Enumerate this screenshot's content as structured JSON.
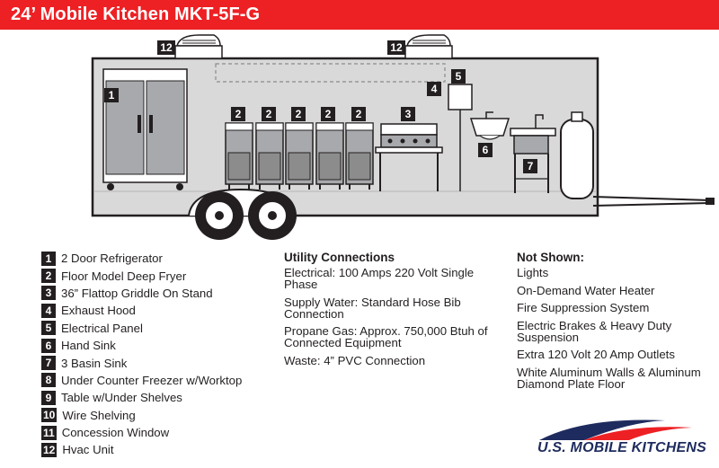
{
  "header": {
    "title": "24’ Mobile Kitchen MKT-5F-G"
  },
  "diagram": {
    "badges": {
      "refrigerator": "1",
      "fryers": [
        "2",
        "2",
        "2",
        "2",
        "2"
      ],
      "griddle": "3",
      "exhaust_hood": "4",
      "electrical_panel": "5",
      "hand_sink": "6",
      "basin_sink": "7",
      "hvac_left": "12",
      "hvac_right": "12"
    }
  },
  "legend": [
    {
      "num": "1",
      "label": "2 Door Refrigerator"
    },
    {
      "num": "2",
      "label": "Floor Model Deep Fryer"
    },
    {
      "num": "3",
      "label": "36” Flattop Griddle On Stand"
    },
    {
      "num": "4",
      "label": "Exhaust Hood"
    },
    {
      "num": "5",
      "label": "Electrical Panel"
    },
    {
      "num": "6",
      "label": "Hand Sink"
    },
    {
      "num": "7",
      "label": "3 Basin Sink"
    },
    {
      "num": "8",
      "label": "Under Counter Freezer w/Worktop"
    },
    {
      "num": "9",
      "label": "Table w/Under Shelves"
    },
    {
      "num": "10",
      "label": "Wire Shelving"
    },
    {
      "num": "11",
      "label": "Concession Window"
    },
    {
      "num": "12",
      "label": "Hvac Unit"
    }
  ],
  "utility": {
    "title": "Utility Connections",
    "items": [
      "Electrical: 100 Amps 220 Volt Single Phase",
      "Supply Water: Standard Hose Bib Connection",
      "Propane Gas: Approx. 750,000 Btuh of Connected Equipment",
      "Waste: 4” PVC Connection"
    ]
  },
  "not_shown": {
    "title": "Not Shown:",
    "items": [
      "Lights",
      "On-Demand Water Heater",
      "Fire Suppression System",
      "Electric Brakes & Heavy Duty Suspension",
      "Extra 120 Volt 20 Amp Outlets",
      "White Aluminum Walls & Aluminum Diamond Plate Floor"
    ]
  },
  "logo": {
    "text": "U.S. MOBILE KITCHENS"
  },
  "colors": {
    "header_red": "#ed2024",
    "badge_dark": "#231f20",
    "trailer_gray": "#d9d9d9",
    "logo_navy": "#1e2b5e"
  }
}
